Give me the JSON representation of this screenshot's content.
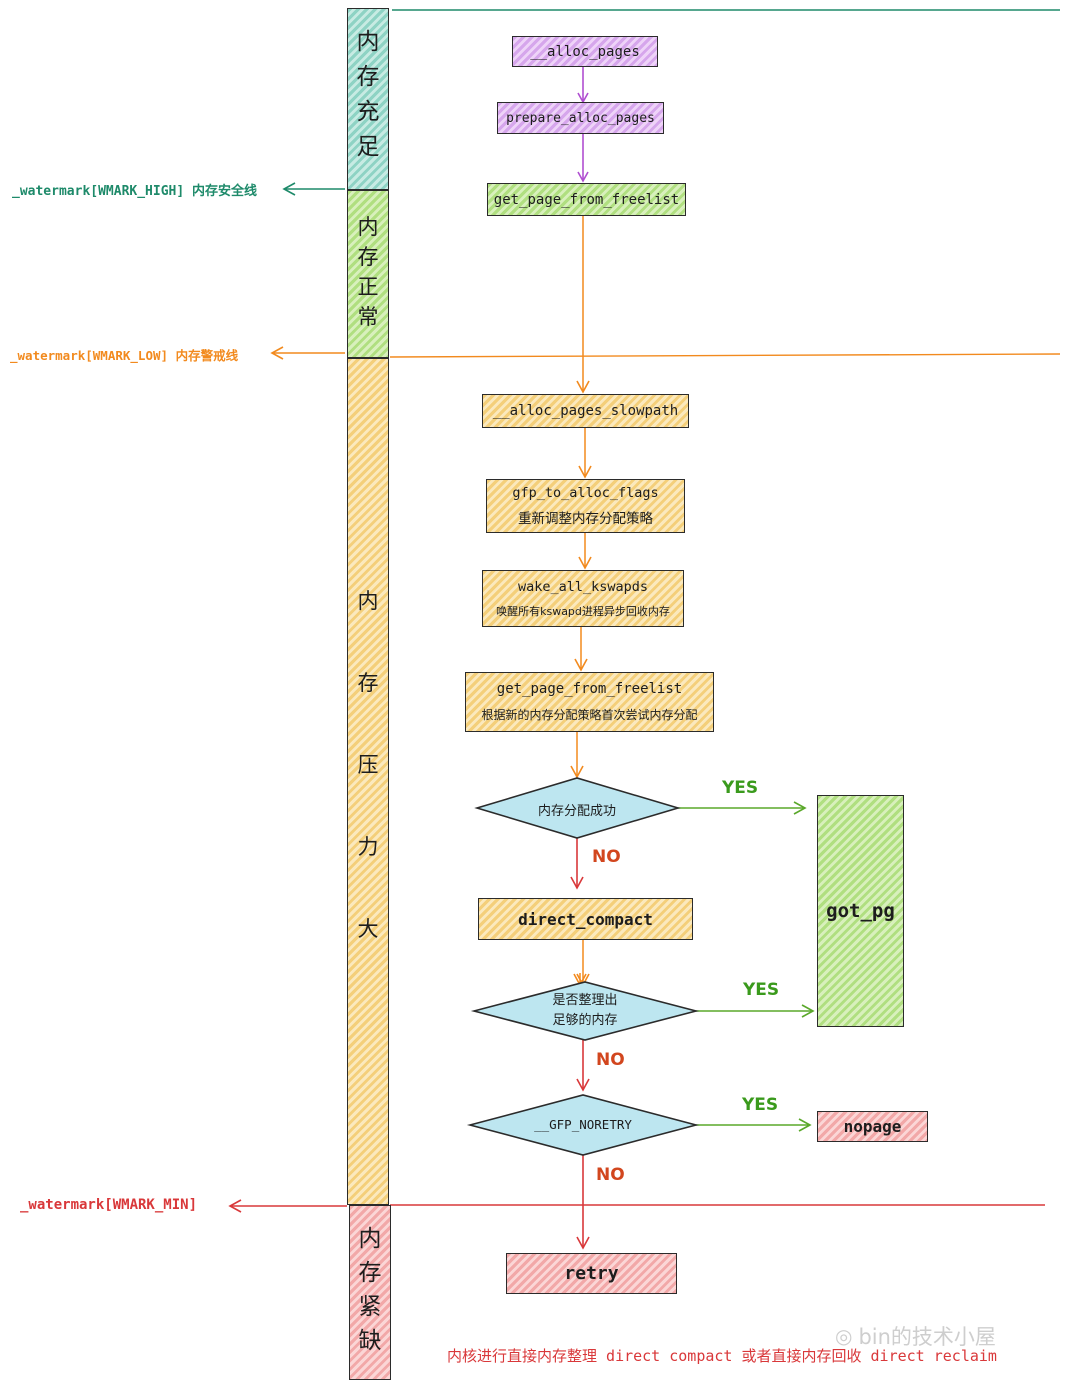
{
  "colors": {
    "purple": "#b04fd1",
    "green": "#7fc043",
    "orange": "#f28a1e",
    "red": "#d9383a",
    "teal": "#1e8a6a",
    "yes": "#3a9a1c",
    "no": "#d2461e"
  },
  "column": {
    "sufficient": [
      "内",
      "存",
      "充",
      "足"
    ],
    "normal": [
      "内",
      "存",
      "正",
      "常"
    ],
    "pressure": [
      "内",
      "存",
      "压",
      "力",
      "大"
    ],
    "shortage": [
      "内",
      "存",
      "紧",
      "缺"
    ]
  },
  "watermarks": {
    "high": "_watermark[WMARK_HIGH] 内存安全线",
    "low": "_watermark[WMARK_LOW] 内存警戒线",
    "min": "_watermark[WMARK_MIN]"
  },
  "nodes": {
    "alloc_pages": "__alloc_pages",
    "prepare": "prepare_alloc_pages",
    "freelist1": "get_page_from_freelist",
    "slowpath": "__alloc_pages_slowpath",
    "gfp_title": "gfp_to_alloc_flags",
    "gfp_sub": "重新调整内存分配策略",
    "kswapd_title": "wake_all_kswapds",
    "kswapd_sub": "唤醒所有kswapd进程异步回收内存",
    "freelist2_title": "get_page_from_freelist",
    "freelist2_sub": "根据新的内存分配策略首次尝试内存分配",
    "decision1": "内存分配成功",
    "direct_compact": "direct_compact",
    "decision2_line1": "是否整理出",
    "decision2_line2": "足够的内存",
    "decision3": "__GFP_NORETRY",
    "got_pg": "got_pg",
    "nopage": "nopage",
    "retry": "retry"
  },
  "labels": {
    "yes": "YES",
    "no": "NO"
  },
  "footer": "内核进行直接内存整理 direct compact 或者直接内存回收 direct reclaim",
  "watermark_brand": "bin的技术小屋"
}
